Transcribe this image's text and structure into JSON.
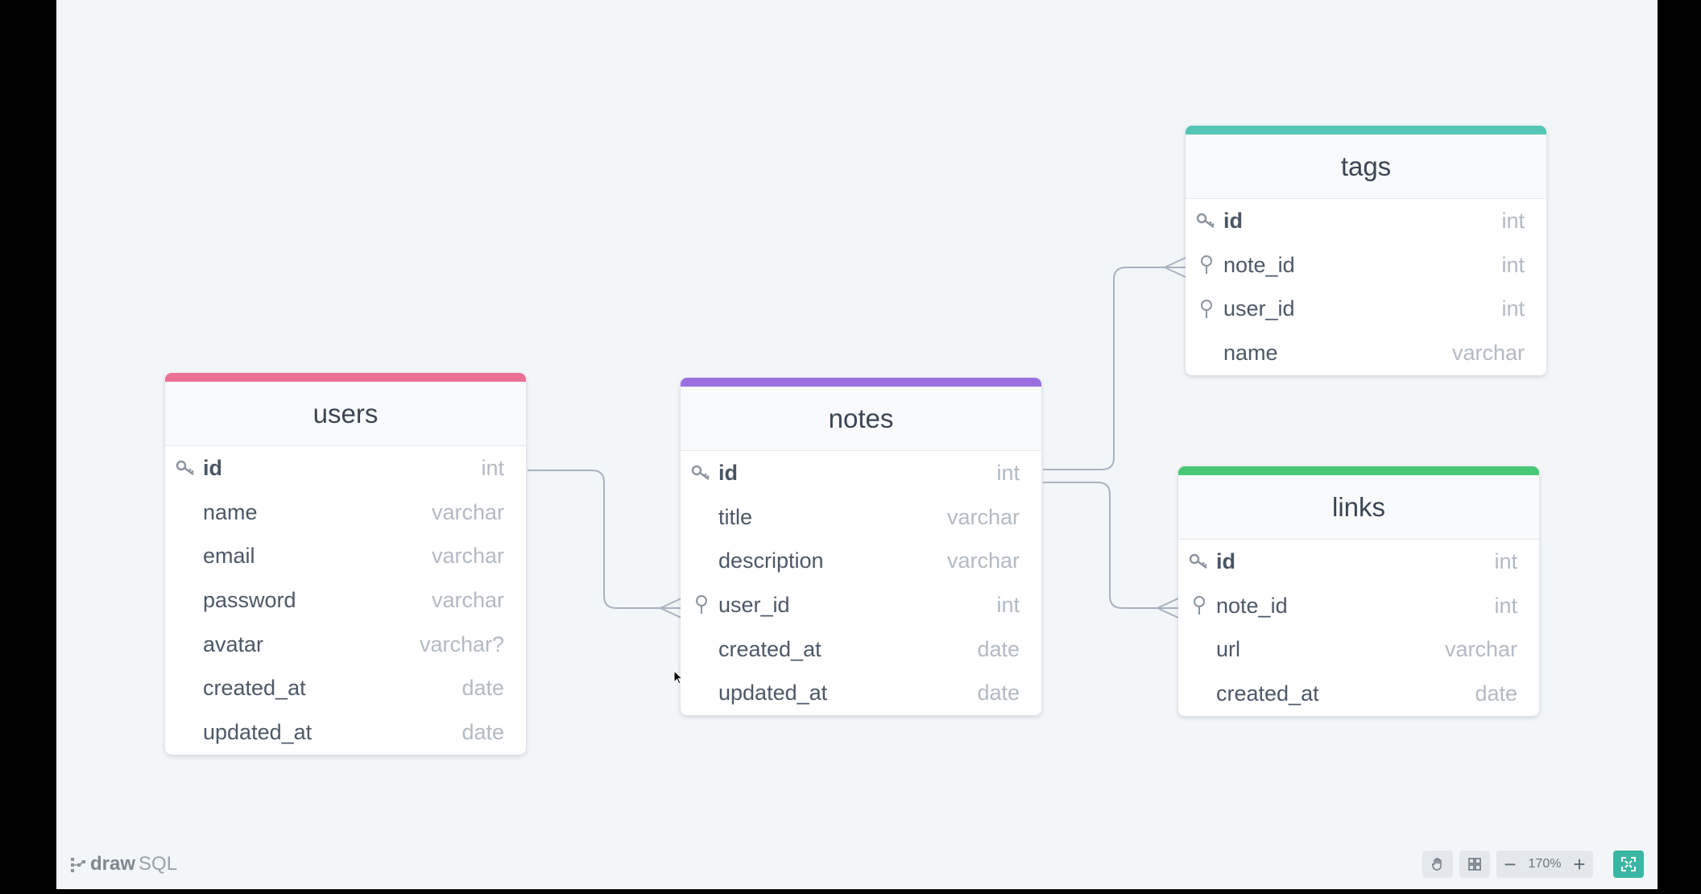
{
  "app": {
    "brand_draw": "draw",
    "brand_sql": "SQL"
  },
  "colors": {
    "canvas": "#f3f6f8",
    "users": "#ec7096",
    "notes": "#9a6fe0",
    "tags": "#55c6b5",
    "links": "#48c774",
    "connector": "#a9b3c1",
    "accent": "#3ab7a4"
  },
  "tables": {
    "users": {
      "name": "users",
      "columns": [
        {
          "name": "id",
          "type": "int",
          "key": "primary"
        },
        {
          "name": "name",
          "type": "varchar"
        },
        {
          "name": "email",
          "type": "varchar"
        },
        {
          "name": "password",
          "type": "varchar"
        },
        {
          "name": "avatar",
          "type": "varchar?"
        },
        {
          "name": "created_at",
          "type": "date"
        },
        {
          "name": "updated_at",
          "type": "date"
        }
      ]
    },
    "notes": {
      "name": "notes",
      "columns": [
        {
          "name": "id",
          "type": "int",
          "key": "primary"
        },
        {
          "name": "title",
          "type": "varchar"
        },
        {
          "name": "description",
          "type": "varchar"
        },
        {
          "name": "user_id",
          "type": "int",
          "key": "foreign"
        },
        {
          "name": "created_at",
          "type": "date"
        },
        {
          "name": "updated_at",
          "type": "date"
        }
      ]
    },
    "tags": {
      "name": "tags",
      "columns": [
        {
          "name": "id",
          "type": "int",
          "key": "primary"
        },
        {
          "name": "note_id",
          "type": "int",
          "key": "foreign"
        },
        {
          "name": "user_id",
          "type": "int",
          "key": "foreign"
        },
        {
          "name": "name",
          "type": "varchar"
        }
      ]
    },
    "links": {
      "name": "links",
      "columns": [
        {
          "name": "id",
          "type": "int",
          "key": "primary"
        },
        {
          "name": "note_id",
          "type": "int",
          "key": "foreign"
        },
        {
          "name": "url",
          "type": "varchar"
        },
        {
          "name": "created_at",
          "type": "date"
        }
      ]
    }
  },
  "relations": [
    {
      "from": "users.id",
      "to": "notes.user_id"
    },
    {
      "from": "notes.id",
      "to": "tags.note_id"
    },
    {
      "from": "notes.id",
      "to": "links.note_id"
    }
  ],
  "toolbar": {
    "zoom_label": "170%",
    "minus_label": "−",
    "plus_label": "+",
    "icons": [
      "hand-icon",
      "grid-icon",
      "zoom-out-icon",
      "zoom-in-icon",
      "fullscreen-icon"
    ]
  }
}
